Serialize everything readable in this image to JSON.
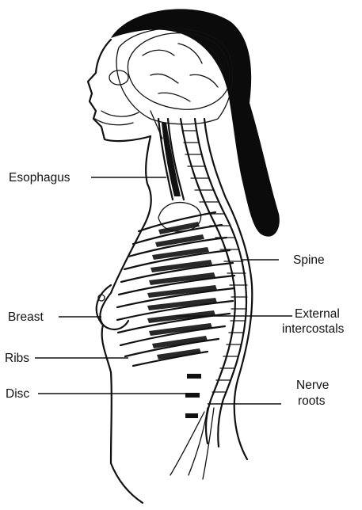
{
  "labels": {
    "esophagus": "Esophagus",
    "spine": "Spine",
    "breast": "Breast",
    "external_line1": "External",
    "external_line2": "intercostals",
    "ribs": "Ribs",
    "disc": "Disc",
    "nerve_line1": "Nerve",
    "nerve_line2": "roots"
  },
  "colors": {
    "ink": "#111111",
    "hair": "#0b0b0b",
    "background": "#ffffff"
  }
}
